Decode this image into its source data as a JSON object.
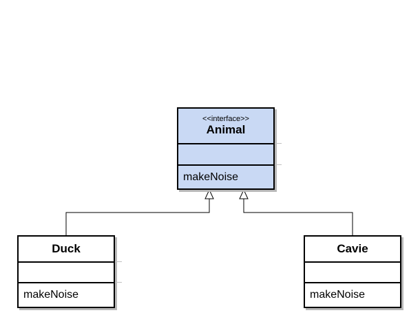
{
  "diagram": {
    "interface": {
      "stereotype": "<<interface>>",
      "name": "Animal",
      "operations": [
        "makeNoise"
      ],
      "fill_color": "#c9d9f4"
    },
    "classes": [
      {
        "id": "duck",
        "name": "Duck",
        "operations": [
          "makeNoise"
        ]
      },
      {
        "id": "cavie",
        "name": "Cavie",
        "operations": [
          "makeNoise"
        ]
      }
    ],
    "relationships": [
      {
        "type": "realization",
        "from": "Duck",
        "to": "Animal"
      },
      {
        "type": "realization",
        "from": "Cavie",
        "to": "Animal"
      }
    ]
  }
}
